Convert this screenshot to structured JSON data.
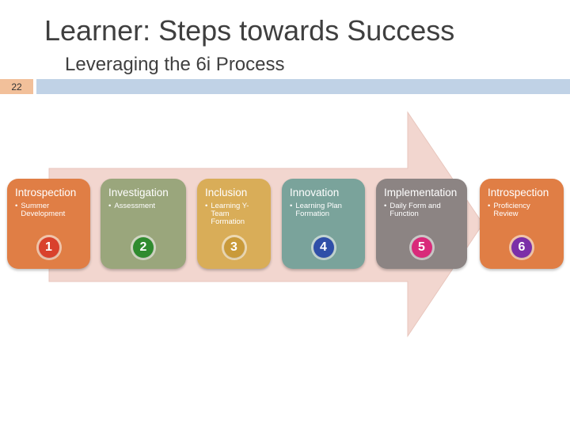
{
  "header": {
    "title": "Learner: Steps towards Success",
    "subtitle": "Leveraging the 6i Process",
    "slide_number": "22"
  },
  "steps": [
    {
      "title": "Introspection",
      "bullet": "Summer Development",
      "number": "1",
      "box_color": "#e07e45",
      "badge_color": "#d9412c"
    },
    {
      "title": "Investigation",
      "bullet": "Assessment",
      "number": "2",
      "box_color": "#9aa67c",
      "badge_color": "#2f8b2f"
    },
    {
      "title": "Inclusion",
      "bullet": "Learning Y-Team Formation",
      "number": "3",
      "box_color": "#d9ad58",
      "badge_color": "#c99a3a"
    },
    {
      "title": "Innovation",
      "bullet": "Learning Plan Formation",
      "number": "4",
      "box_color": "#7aa39b",
      "badge_color": "#2f4fa8"
    },
    {
      "title": "Implementation",
      "bullet": "Daily Form and Function",
      "number": "5",
      "box_color": "#8c8483",
      "badge_color": "#d92a7a"
    },
    {
      "title": "Introspection",
      "bullet": "Proficiency Review",
      "number": "6",
      "box_color": "#e07e45",
      "badge_color": "#7b2fa8"
    }
  ],
  "colors": {
    "arrow_fill": "#f2d6cf",
    "header_bar": "#c0d2e6",
    "slide_number_box": "#f2c09a"
  }
}
